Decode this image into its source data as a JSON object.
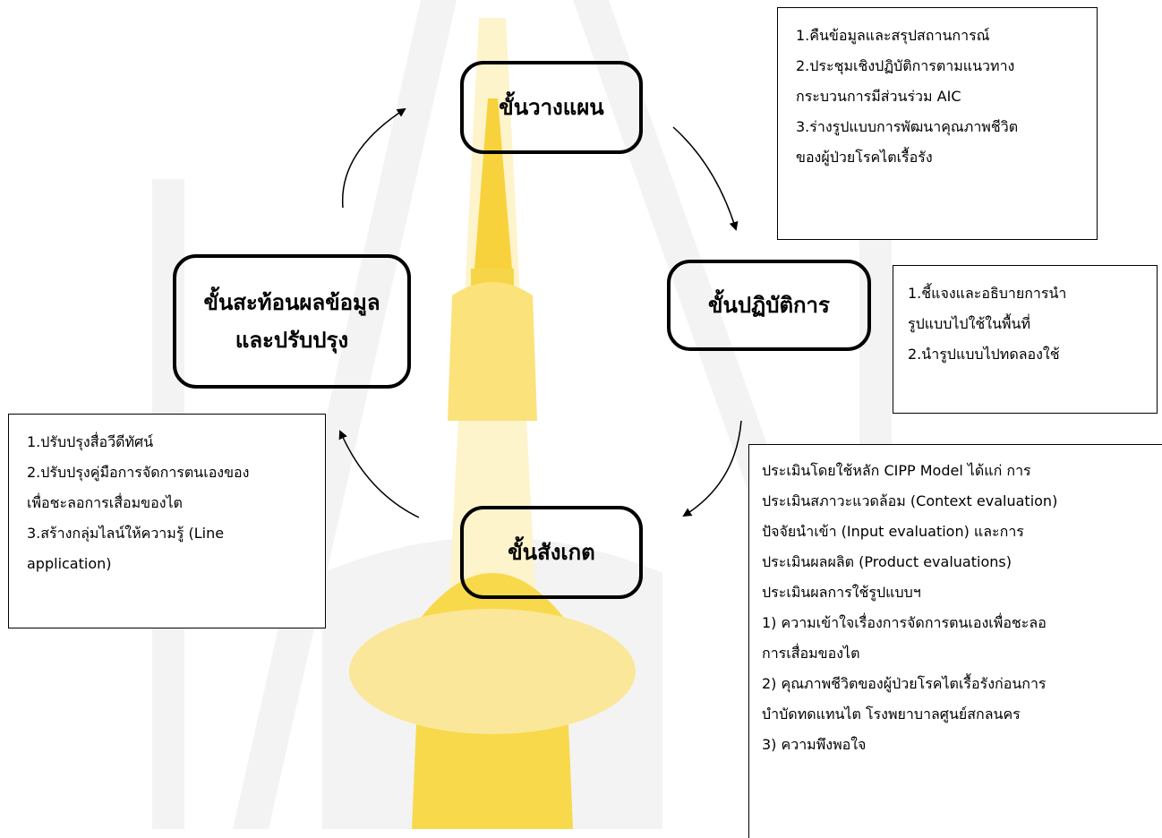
{
  "stages": {
    "planning": "ขั้นวางแผน",
    "action": "ขั้นปฏิบัติการ",
    "observation": "ขั้นสังเกต",
    "reflection_line1": "ขั้นสะท้อนผลข้อมูล",
    "reflection_line2": "และปรับปรุง"
  },
  "notes": {
    "planning": [
      "1.คืนข้อมูลและสรุปสถานการณ์",
      "2.ประชุมเชิงปฏิบัติการตามแนวทาง",
      "กระบวนการมีส่วนร่วม AIC",
      "3.ร่างรูปแบบการพัฒนาคุณภาพชีวิต",
      "ของผู้ป่วยโรคไตเรื้อรัง"
    ],
    "action": [
      "1.ชี้แจงและอธิบายการนำ",
      "รูปแบบไปใช้ในพื้นที่",
      "2.นำรูปแบบไปทดลองใช้"
    ],
    "observation": [
      "ประเมินโดยใช้หลัก CIPP Model ได้แก่ การ",
      "ประเมินสภาวะแวดล้อม (Context evaluation)",
      "ปัจจัยนำเข้า (Input evaluation) และการ",
      "ประเมินผลผลิต (Product evaluations)",
      "ประเมินผลการใช้รูปแบบฯ",
      "1) ความเข้าใจเรื่องการจัดการตนเองเพื่อชะลอ",
      "การเสื่อมของไต",
      "2) คุณภาพชีวิตของผู้ป่วยโรคไตเรื้อรังก่อนการ",
      "บำบัดทดแทนไต โรงพยาบาลศูนย์สกลนคร",
      "3) ความพึงพอใจ"
    ],
    "reflection": [
      "1.ปรับปรุงสื่อวีดีทัศน์",
      "2.ปรับปรุงคู่มือการจัดการตนเองของ",
      "เพื่อชะลอการเสื่อมของไต",
      "3.สร้างกลุ่มไลน์ให้ความรู้ (Line",
      "application)"
    ]
  },
  "watermark": {
    "colors": [
      "#f4f4f4",
      "#fdf3c4",
      "#f8d94c"
    ]
  }
}
